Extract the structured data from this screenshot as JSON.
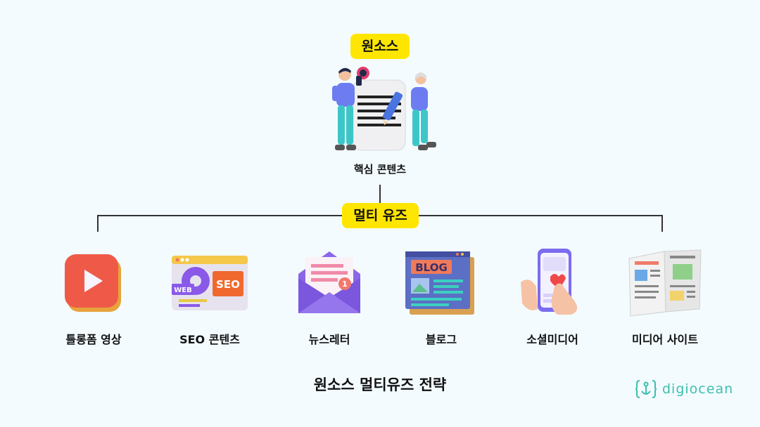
{
  "top_tag": "원소스",
  "core_caption": "핵심 콘텐츠",
  "mid_tag": "멀티 유즈",
  "channels": [
    {
      "label": "틀롱폼 영상",
      "icon": "play-icon"
    },
    {
      "label": "SEO 콘텐츠",
      "icon": "seo-web-icon",
      "badge1": "WEB",
      "badge2": "SEO"
    },
    {
      "label": "뉴스레터",
      "icon": "envelope-icon",
      "badge": "1"
    },
    {
      "label": "블로그",
      "icon": "blog-icon",
      "badge": "BLOG"
    },
    {
      "label": "소셜미디어",
      "icon": "smartphone-like-icon"
    },
    {
      "label": "미디어 사이트",
      "icon": "newspaper-icon"
    }
  ],
  "footer_title": "원소스 멀티유즈 전략",
  "brand": {
    "name": "digiocean",
    "color": "#3cbfae"
  },
  "colors": {
    "tag": "#ffe600",
    "background": "#f3fbff"
  }
}
